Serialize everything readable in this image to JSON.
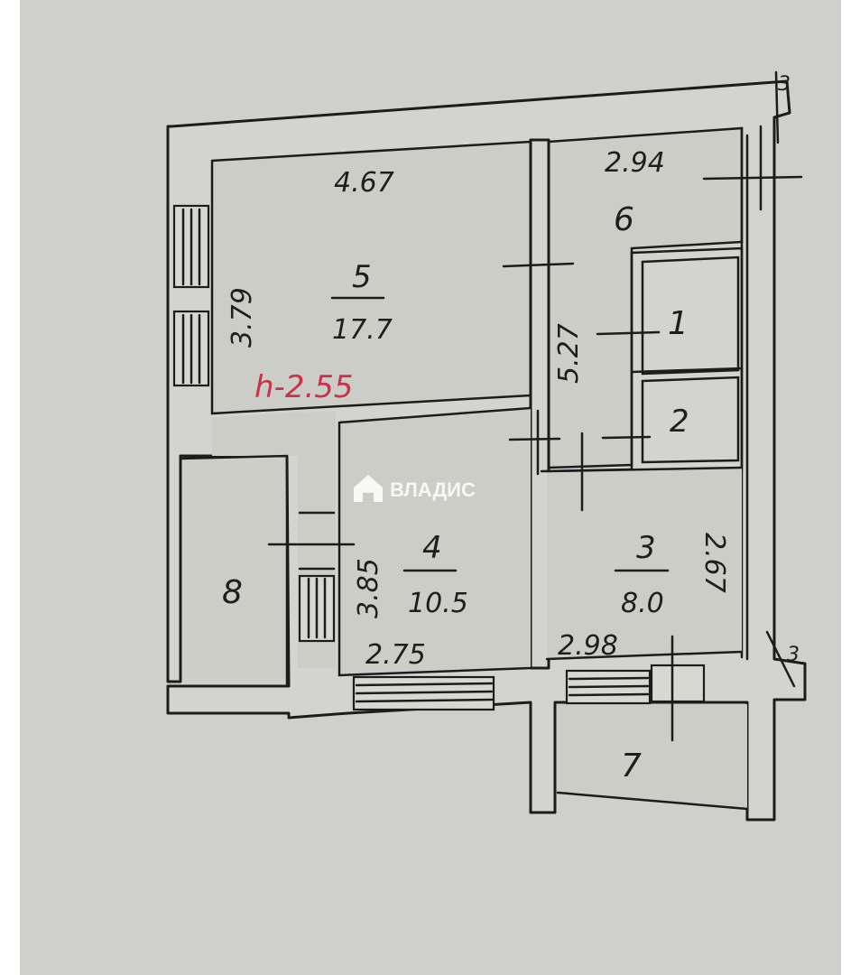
{
  "plan": {
    "ceiling_height": "h-2.55",
    "rooms": [
      {
        "number": "5",
        "area": "17.7"
      },
      {
        "number": "4",
        "area": "10.5"
      },
      {
        "number": "3",
        "area": "8.0"
      },
      {
        "number": "6"
      },
      {
        "number": "1"
      },
      {
        "number": "2"
      },
      {
        "number": "7"
      },
      {
        "number": "8"
      }
    ],
    "dimensions": {
      "room5_width": "4.67",
      "room5_depth": "3.79",
      "room6_width": "2.94",
      "room6_depth": "5.27",
      "room4_width": "2.75",
      "room4_depth": "3.85",
      "room3_width": "2.98",
      "room3_depth": "2.67"
    },
    "corner_marks": [
      "3",
      "3"
    ]
  },
  "watermark": {
    "text": "ВЛАДИС",
    "icon": "house-logo-icon"
  },
  "colors": {
    "paper": "#cfd0cc",
    "ink": "#1c1c1c",
    "height_mark": "#c8324a"
  }
}
